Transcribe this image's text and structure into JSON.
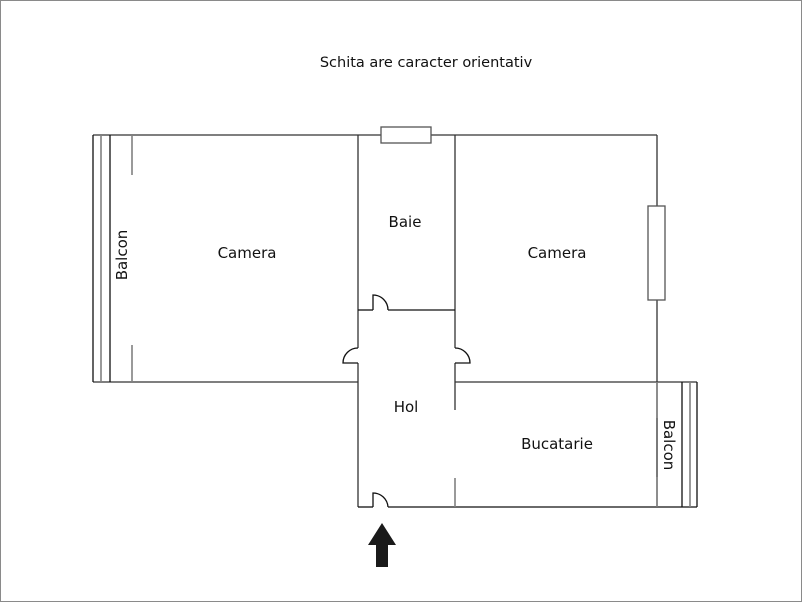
{
  "title": "Schita are caracter orientativ",
  "rooms": [
    {
      "id": "camera-left",
      "label": "Camera"
    },
    {
      "id": "baie",
      "label": "Baie"
    },
    {
      "id": "camera-right",
      "label": "Camera"
    },
    {
      "id": "hol",
      "label": "Hol"
    },
    {
      "id": "bucatarie",
      "label": "Bucatarie"
    }
  ],
  "balconies": [
    {
      "id": "balcon-left",
      "label": "Balcon"
    },
    {
      "id": "balcon-right",
      "label": "Balcon"
    }
  ],
  "entrance": {
    "icon": "entrance-arrow-icon"
  },
  "colors": {
    "wall": "#333333",
    "balcony_rail": "#808080",
    "arrow": "#1a1a1a",
    "background": "#ffffff"
  }
}
